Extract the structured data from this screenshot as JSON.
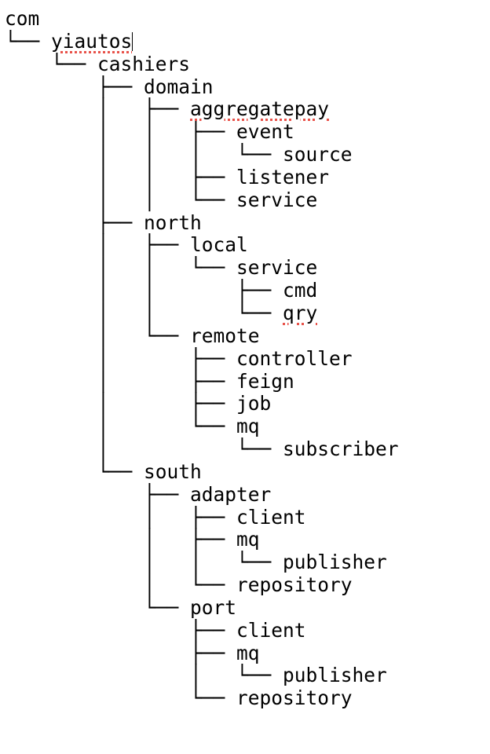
{
  "editor": {
    "lines": [
      {
        "prefix": "",
        "label": "com",
        "misspelled": false
      },
      {
        "prefix": "└── ",
        "label": "yiautos",
        "misspelled": true,
        "caret": true
      },
      {
        "prefix": "    └── ",
        "label": "cashiers",
        "misspelled": false
      },
      {
        "prefix": "        ├── ",
        "label": "domain",
        "misspelled": false
      },
      {
        "prefix": "        │   ├── ",
        "label": "aggregatepay",
        "misspelled": true
      },
      {
        "prefix": "        │   │   ├── ",
        "label": "event",
        "misspelled": false
      },
      {
        "prefix": "        │   │   │   └── ",
        "label": "source",
        "misspelled": false
      },
      {
        "prefix": "        │   │   ├── ",
        "label": "listener",
        "misspelled": false
      },
      {
        "prefix": "        │   │   └── ",
        "label": "service",
        "misspelled": false
      },
      {
        "prefix": "        ├── ",
        "label": "north",
        "misspelled": false
      },
      {
        "prefix": "        │   ├── ",
        "label": "local",
        "misspelled": false
      },
      {
        "prefix": "        │   │   └── ",
        "label": "service",
        "misspelled": false
      },
      {
        "prefix": "        │   │       ├── ",
        "label": "cmd",
        "misspelled": false
      },
      {
        "prefix": "        │   │       └── ",
        "label": "qry",
        "misspelled": true
      },
      {
        "prefix": "        │   └── ",
        "label": "remote",
        "misspelled": false
      },
      {
        "prefix": "        │       ├── ",
        "label": "controller",
        "misspelled": false
      },
      {
        "prefix": "        │       ├── ",
        "label": "feign",
        "misspelled": false
      },
      {
        "prefix": "        │       ├── ",
        "label": "job",
        "misspelled": false
      },
      {
        "prefix": "        │       └── ",
        "label": "mq",
        "misspelled": false
      },
      {
        "prefix": "        │           └── ",
        "label": "subscriber",
        "misspelled": false
      },
      {
        "prefix": "        └── ",
        "label": "south",
        "misspelled": false
      },
      {
        "prefix": "            ├── ",
        "label": "adapter",
        "misspelled": false
      },
      {
        "prefix": "            │   ├── ",
        "label": "client",
        "misspelled": false
      },
      {
        "prefix": "            │   ├── ",
        "label": "mq",
        "misspelled": false
      },
      {
        "prefix": "            │   │   └── ",
        "label": "publisher",
        "misspelled": false
      },
      {
        "prefix": "            │   └── ",
        "label": "repository",
        "misspelled": false
      },
      {
        "prefix": "            └── ",
        "label": "port",
        "misspelled": false
      },
      {
        "prefix": "                ├── ",
        "label": "client",
        "misspelled": false
      },
      {
        "prefix": "                ├── ",
        "label": "mq",
        "misspelled": false
      },
      {
        "prefix": "                │   └── ",
        "label": "publisher",
        "misspelled": false
      },
      {
        "prefix": "                └── ",
        "label": "repository",
        "misspelled": false
      }
    ]
  },
  "colors": {
    "background": "#ffffff",
    "text": "#000000",
    "spellcheck_underline": "#e8524a"
  }
}
